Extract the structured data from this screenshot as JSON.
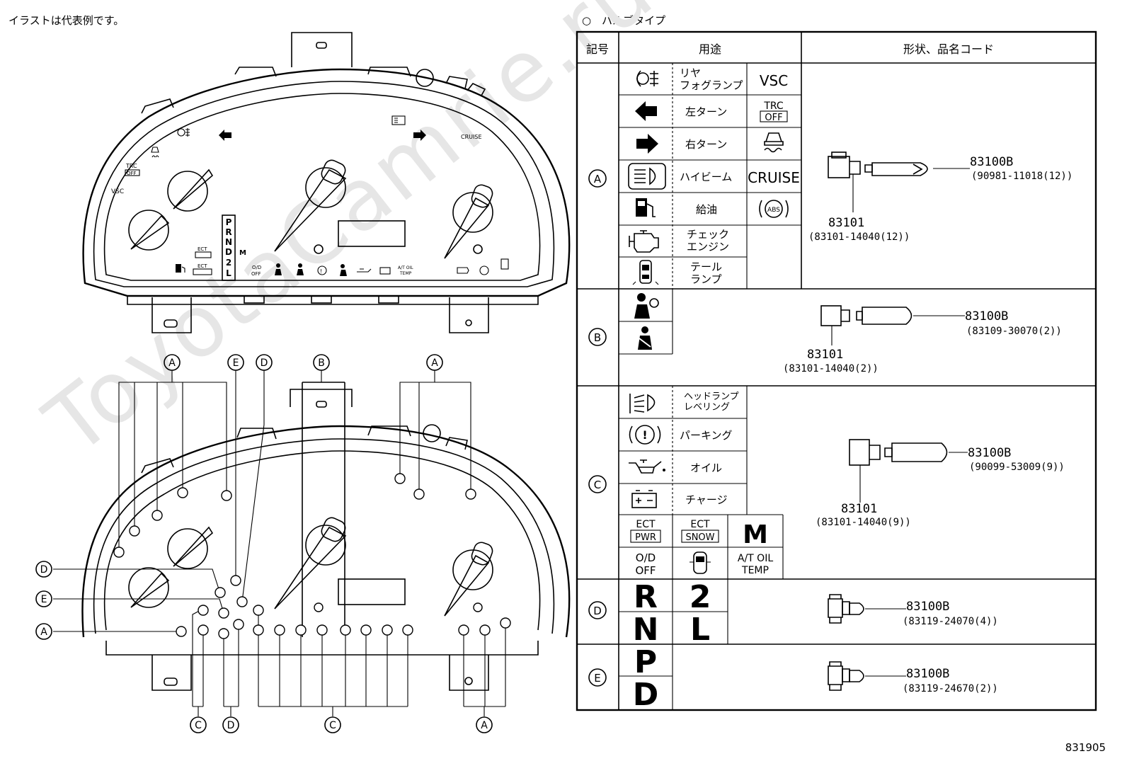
{
  "note": "イラストは代表例です。",
  "bulb_title": "バルブタイプ",
  "doc_number": "831905",
  "watermark": "ToyotaCamrie.ru",
  "table": {
    "headers": {
      "symbol": "記号",
      "usage": "用途",
      "shape": "形状、品名コード"
    },
    "groupA": {
      "symbol": "A",
      "rows": [
        {
          "icon": "rear-fog-icon",
          "label": "リヤ\nフォグランプ",
          "icon2": "VSC"
        },
        {
          "icon": "turn-left-icon",
          "label": "左ターン",
          "icon2": "TRC\nOFF"
        },
        {
          "icon": "turn-right-icon",
          "label": "右ターン",
          "icon2": "slip-icon"
        },
        {
          "icon": "high-beam-icon",
          "label": "ハイビーム",
          "icon2": "CRUISE"
        },
        {
          "icon": "fuel-icon",
          "label": "給油",
          "icon2": "ABS"
        },
        {
          "icon": "check-engine-icon",
          "label": "チェック\nエンジン"
        },
        {
          "icon": "tail-lamp-icon",
          "label": "テール\nランプ"
        }
      ],
      "part_main": "83100B",
      "part_main_code": "(90981-11018(12))",
      "part_socket": "83101",
      "part_socket_code": "(83101-14040(12))"
    },
    "groupB": {
      "symbol": "B",
      "part_main": "83100B",
      "part_main_code": "(83109-30070(2))",
      "part_socket": "83101",
      "part_socket_code": "(83101-14040(2))"
    },
    "groupC": {
      "symbol": "C",
      "rows": [
        {
          "icon": "headlamp-leveling-icon",
          "label": "ヘッドランプ\nレベリング"
        },
        {
          "icon": "parking-icon",
          "label": "パーキング"
        },
        {
          "icon": "oil-icon",
          "label": "オイル"
        },
        {
          "icon": "charge-icon",
          "label": "チャージ"
        }
      ],
      "ect_pwr": "ECT\nPWR",
      "ect_snow": "ECT\nSNOW",
      "m": "M",
      "od_off": "O/D\nOFF",
      "at_oil": "A/T OIL\nTEMP",
      "part_main": "83100B",
      "part_main_code": "(90099-53009(9))",
      "part_socket": "83101",
      "part_socket_code": "(83101-14040(9))"
    },
    "groupD": {
      "symbol": "D",
      "letters": [
        "R",
        "2",
        "N",
        "L"
      ],
      "part_main": "83100B",
      "part_main_code": "(83119-24070(4))"
    },
    "groupE": {
      "symbol": "E",
      "letters": [
        "P",
        "D"
      ],
      "part_main": "83100B",
      "part_main_code": "(83119-24670(2))"
    }
  },
  "top_cluster": {
    "labels": {
      "trc": "TRC\nOFF",
      "vsc": "VSC",
      "cruise": "CRUISE",
      "gear": "P\nR\nN\nD\n2\nL",
      "gear_m": "M",
      "ect_pwr": "ECT\nPWR",
      "ect_snow": "ECT\nSNOW",
      "od_off": "O/D\nOFF",
      "at_oil": "A/T OIL\nTEMP"
    }
  },
  "bottom_callouts": {
    "top": [
      "A",
      "E",
      "D",
      "B",
      "A"
    ],
    "left": [
      "D",
      "E",
      "A"
    ],
    "bottom": [
      "C",
      "D",
      "C",
      "A"
    ]
  }
}
